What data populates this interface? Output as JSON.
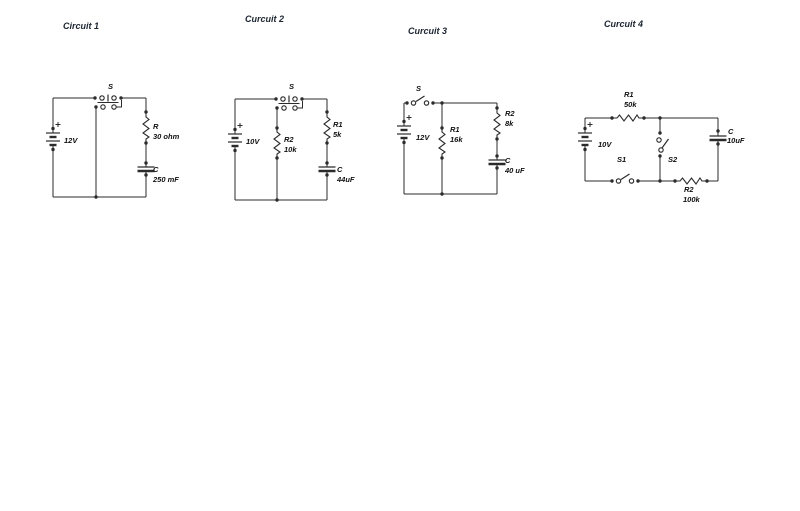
{
  "page": {
    "background": "#ffffff",
    "ink_color": "#2b2b2b",
    "label_color": "#101010",
    "title_color": "#1b2430"
  },
  "circuits": [
    {
      "title": "Circuit 1",
      "battery": "12V",
      "switches": [
        "S"
      ],
      "components": [
        {
          "label": "R",
          "value": "30 ohm"
        },
        {
          "label": "C",
          "value": "250 mF"
        }
      ]
    },
    {
      "title": "Curcuit 2",
      "battery": "10V",
      "switches": [
        "S"
      ],
      "components": [
        {
          "label": "R2",
          "value": "10k"
        },
        {
          "label": "R1",
          "value": "5k"
        },
        {
          "label": "C",
          "value": "44uF"
        }
      ]
    },
    {
      "title": "Curcuit 3",
      "battery": "12V",
      "switches": [
        "S"
      ],
      "components": [
        {
          "label": "R1",
          "value": "16k"
        },
        {
          "label": "R2",
          "value": "8k"
        },
        {
          "label": "C",
          "value": "40 uF"
        }
      ]
    },
    {
      "title": "Curcuit 4",
      "battery": "10V",
      "switches": [
        "S1",
        "S2"
      ],
      "components": [
        {
          "label": "R1",
          "value": "50k"
        },
        {
          "label": "C",
          "value": "10uF"
        },
        {
          "label": "R2",
          "value": "100k"
        }
      ]
    }
  ]
}
